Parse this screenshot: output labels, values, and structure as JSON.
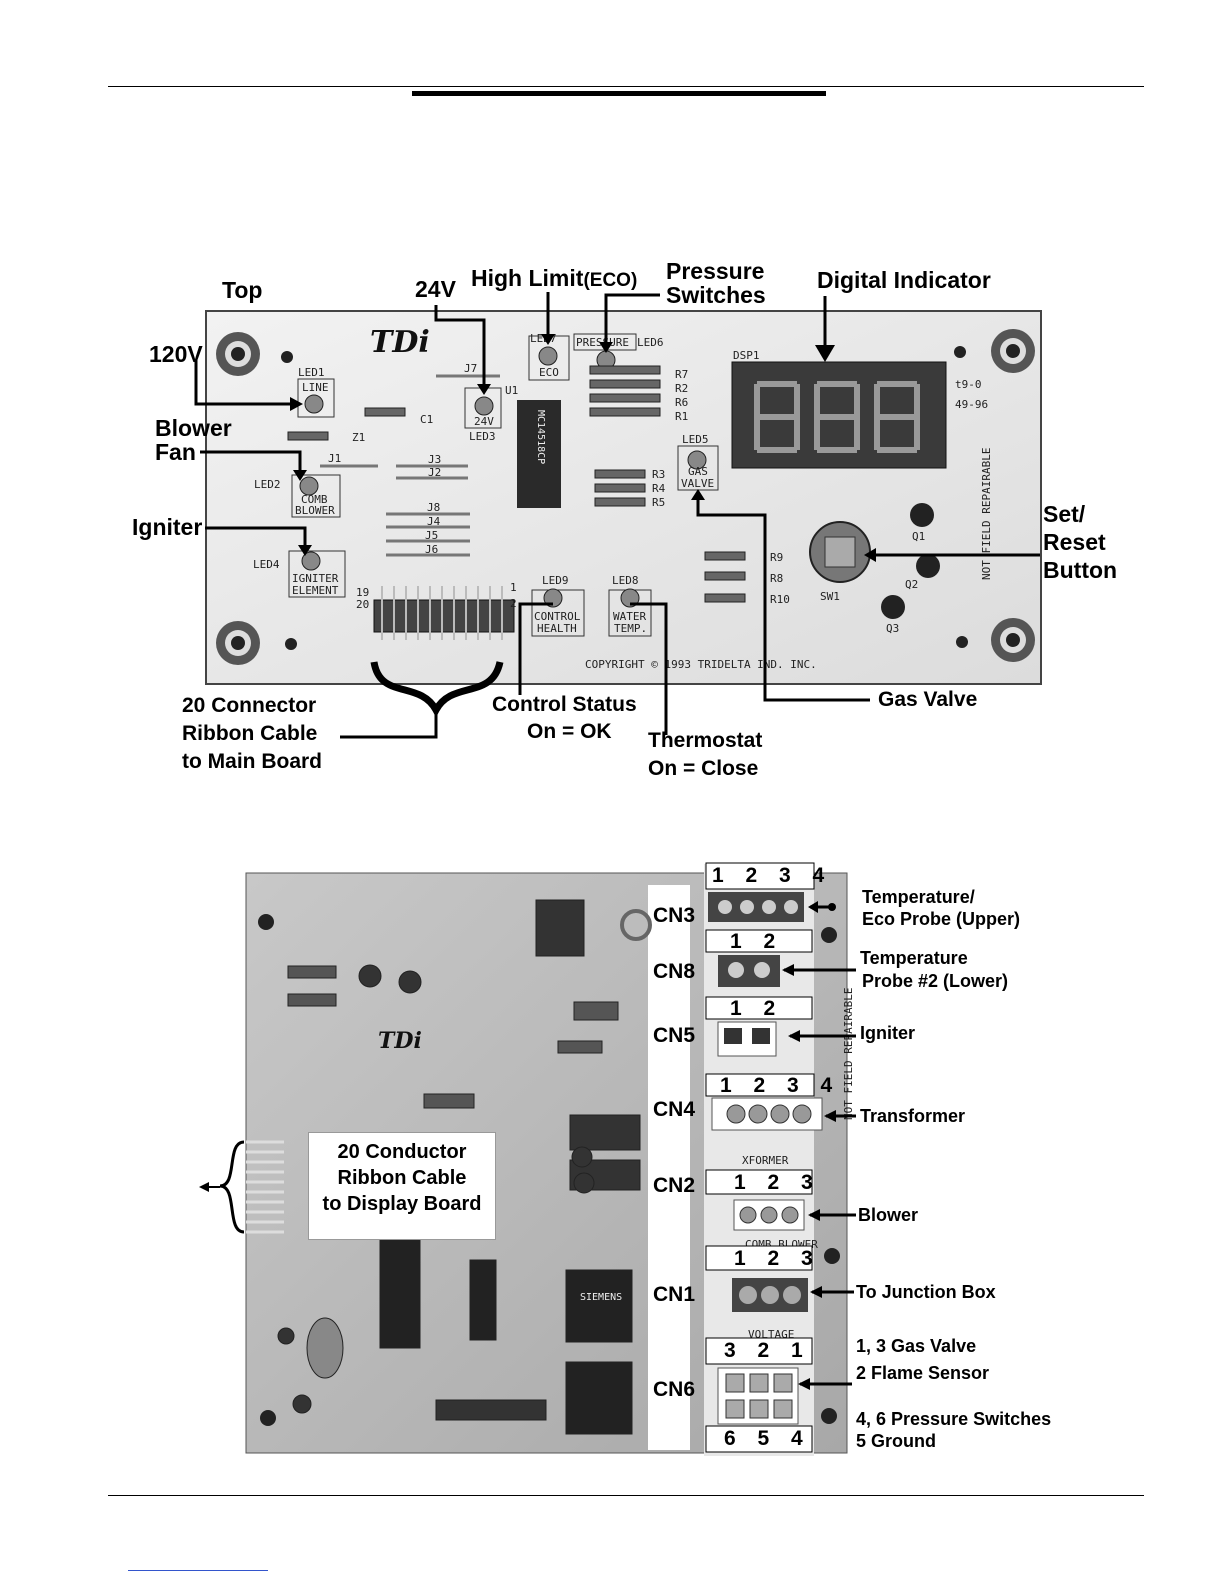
{
  "top_board": {
    "heading": "Top",
    "labels": {
      "v120": "120V",
      "v24": "24V",
      "high_limit": "High Limit",
      "high_limit_sub": "(ECO)",
      "pressure_1": "Pressure",
      "pressure_2": "Switches",
      "digital_indicator": "Digital Indicator",
      "blower_1": "Blower",
      "blower_2": "Fan",
      "igniter": "Igniter",
      "set_1": "Set/",
      "set_2": "Reset",
      "set_3": "Button",
      "ribbon_1": "20 Connector",
      "ribbon_2": "Ribbon Cable",
      "ribbon_3": "to Main Board",
      "control_1": "Control Status",
      "control_2": "On = OK",
      "thermostat_1": "Thermostat",
      "thermostat_2": "On = Close",
      "gas_valve": "Gas Valve"
    },
    "silkscreen": {
      "brand": "TDi",
      "led1": "LED1",
      "line": "LINE",
      "led2": "LED2",
      "comb": "COMB",
      "blower": "BLOWER",
      "led3": "LED3",
      "v24": "24V",
      "led4": "LED4",
      "igniter": "IGNITER",
      "element": "ELEMENT",
      "led5": "LED5",
      "gas": "GAS",
      "valve": "VALVE",
      "led6": "LED6",
      "pressure": "PRESSURE",
      "led7": "LED7",
      "eco": "ECO",
      "led8": "LED8",
      "water": "WATER",
      "temp": "TEMP.",
      "led9": "LED9",
      "control": "CONTROL",
      "health": "HEALTH",
      "dsp": "DSP1",
      "u1": "U1",
      "sw1": "SW1",
      "copyright": "COPYRIGHT © 1993 TRIDELTA IND. INC.",
      "not_field": "NOT FIELD REPAIRABLE",
      "code1": "t9-0",
      "code2": "49-96",
      "chip": "MC14518CP",
      "resistors_a": [
        "R7",
        "R2",
        "R6",
        "R1"
      ],
      "resistors_b": [
        "R3",
        "R4",
        "R5"
      ],
      "resistors_c": [
        "R9",
        "R8",
        "R10"
      ],
      "jumpers": [
        "J3",
        "J2",
        "J8",
        "J4",
        "J5",
        "J6"
      ],
      "j1": "J1",
      "j7": "J7",
      "c1": "C1",
      "z1": "Z1",
      "q": [
        "Q1",
        "Q2",
        "Q3"
      ],
      "pin19": "19",
      "pin20": "20",
      "pin1": "1",
      "pin2": "2"
    }
  },
  "main_board": {
    "ribbon_1": "20 Conductor",
    "ribbon_2": "Ribbon Cable",
    "ribbon_3": "to Display Board",
    "connectors": [
      {
        "id": "CN3",
        "pins": "1 2 3 4",
        "label_1": "Temperature/",
        "label_2": "Eco Probe (Upper)"
      },
      {
        "id": "CN8",
        "pins": "1 2",
        "label_1": "Temperature",
        "label_2": "Probe #2 (Lower)"
      },
      {
        "id": "CN5",
        "pins": "1 2",
        "label_1": "Igniter",
        "label_2": ""
      },
      {
        "id": "CN4",
        "pins": "1 2 3 4",
        "label_1": "Transformer",
        "label_2": ""
      },
      {
        "id": "CN2",
        "pins": "1 2 3",
        "label_1": "Blower",
        "label_2": ""
      },
      {
        "id": "CN1",
        "pins": "1 2 3",
        "label_1": "To Junction Box",
        "label_2": ""
      },
      {
        "id": "CN6",
        "pins": "3 2 1",
        "pins_bottom": "6 5 4",
        "label_1": "1, 3 Gas Valve",
        "label_2": "2 Flame Sensor",
        "label_3": "4, 6 Pressure Switches",
        "label_4": "5 Ground"
      }
    ],
    "silkscreen": {
      "xformer": "XFORMER",
      "comb_blower": "COMB BLOWER",
      "voltage": "VOLTAGE",
      "not_field": "NOT FIELD REPAIRABLE",
      "brand": "TDi",
      "siemens": "SIEMENS"
    }
  }
}
